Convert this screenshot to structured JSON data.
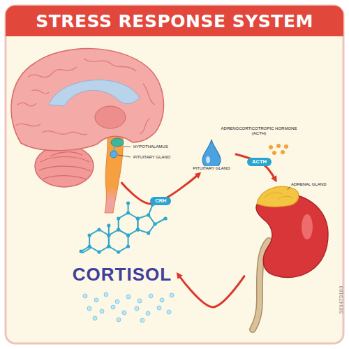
{
  "diagram": {
    "title": "STRESS RESPONSE SYSTEM",
    "nodes": [
      {
        "text": [
          "HYPOTHALAMUS"
        ]
      },
      {
        "text": [
          "PITUITARY GLAND"
        ]
      },
      {
        "text": [
          "ADRENAL GLAND"
        ]
      },
      {
        "text": [
          "CORTISOL"
        ]
      }
    ],
    "edges": [
      {
        "from": 0,
        "to": 1,
        "label": "CRH",
        "arrow": "to"
      },
      {
        "from": 1,
        "to": 2,
        "label": "ACTH",
        "arrow": "to"
      },
      {
        "from": 2,
        "to": 3,
        "arrow": "to"
      }
    ],
    "labels": [
      "PITUITARY GLAND",
      "ADRENOCORTICOTROPIC HORMONE (ACTH)",
      "569479183"
    ]
  }
}
